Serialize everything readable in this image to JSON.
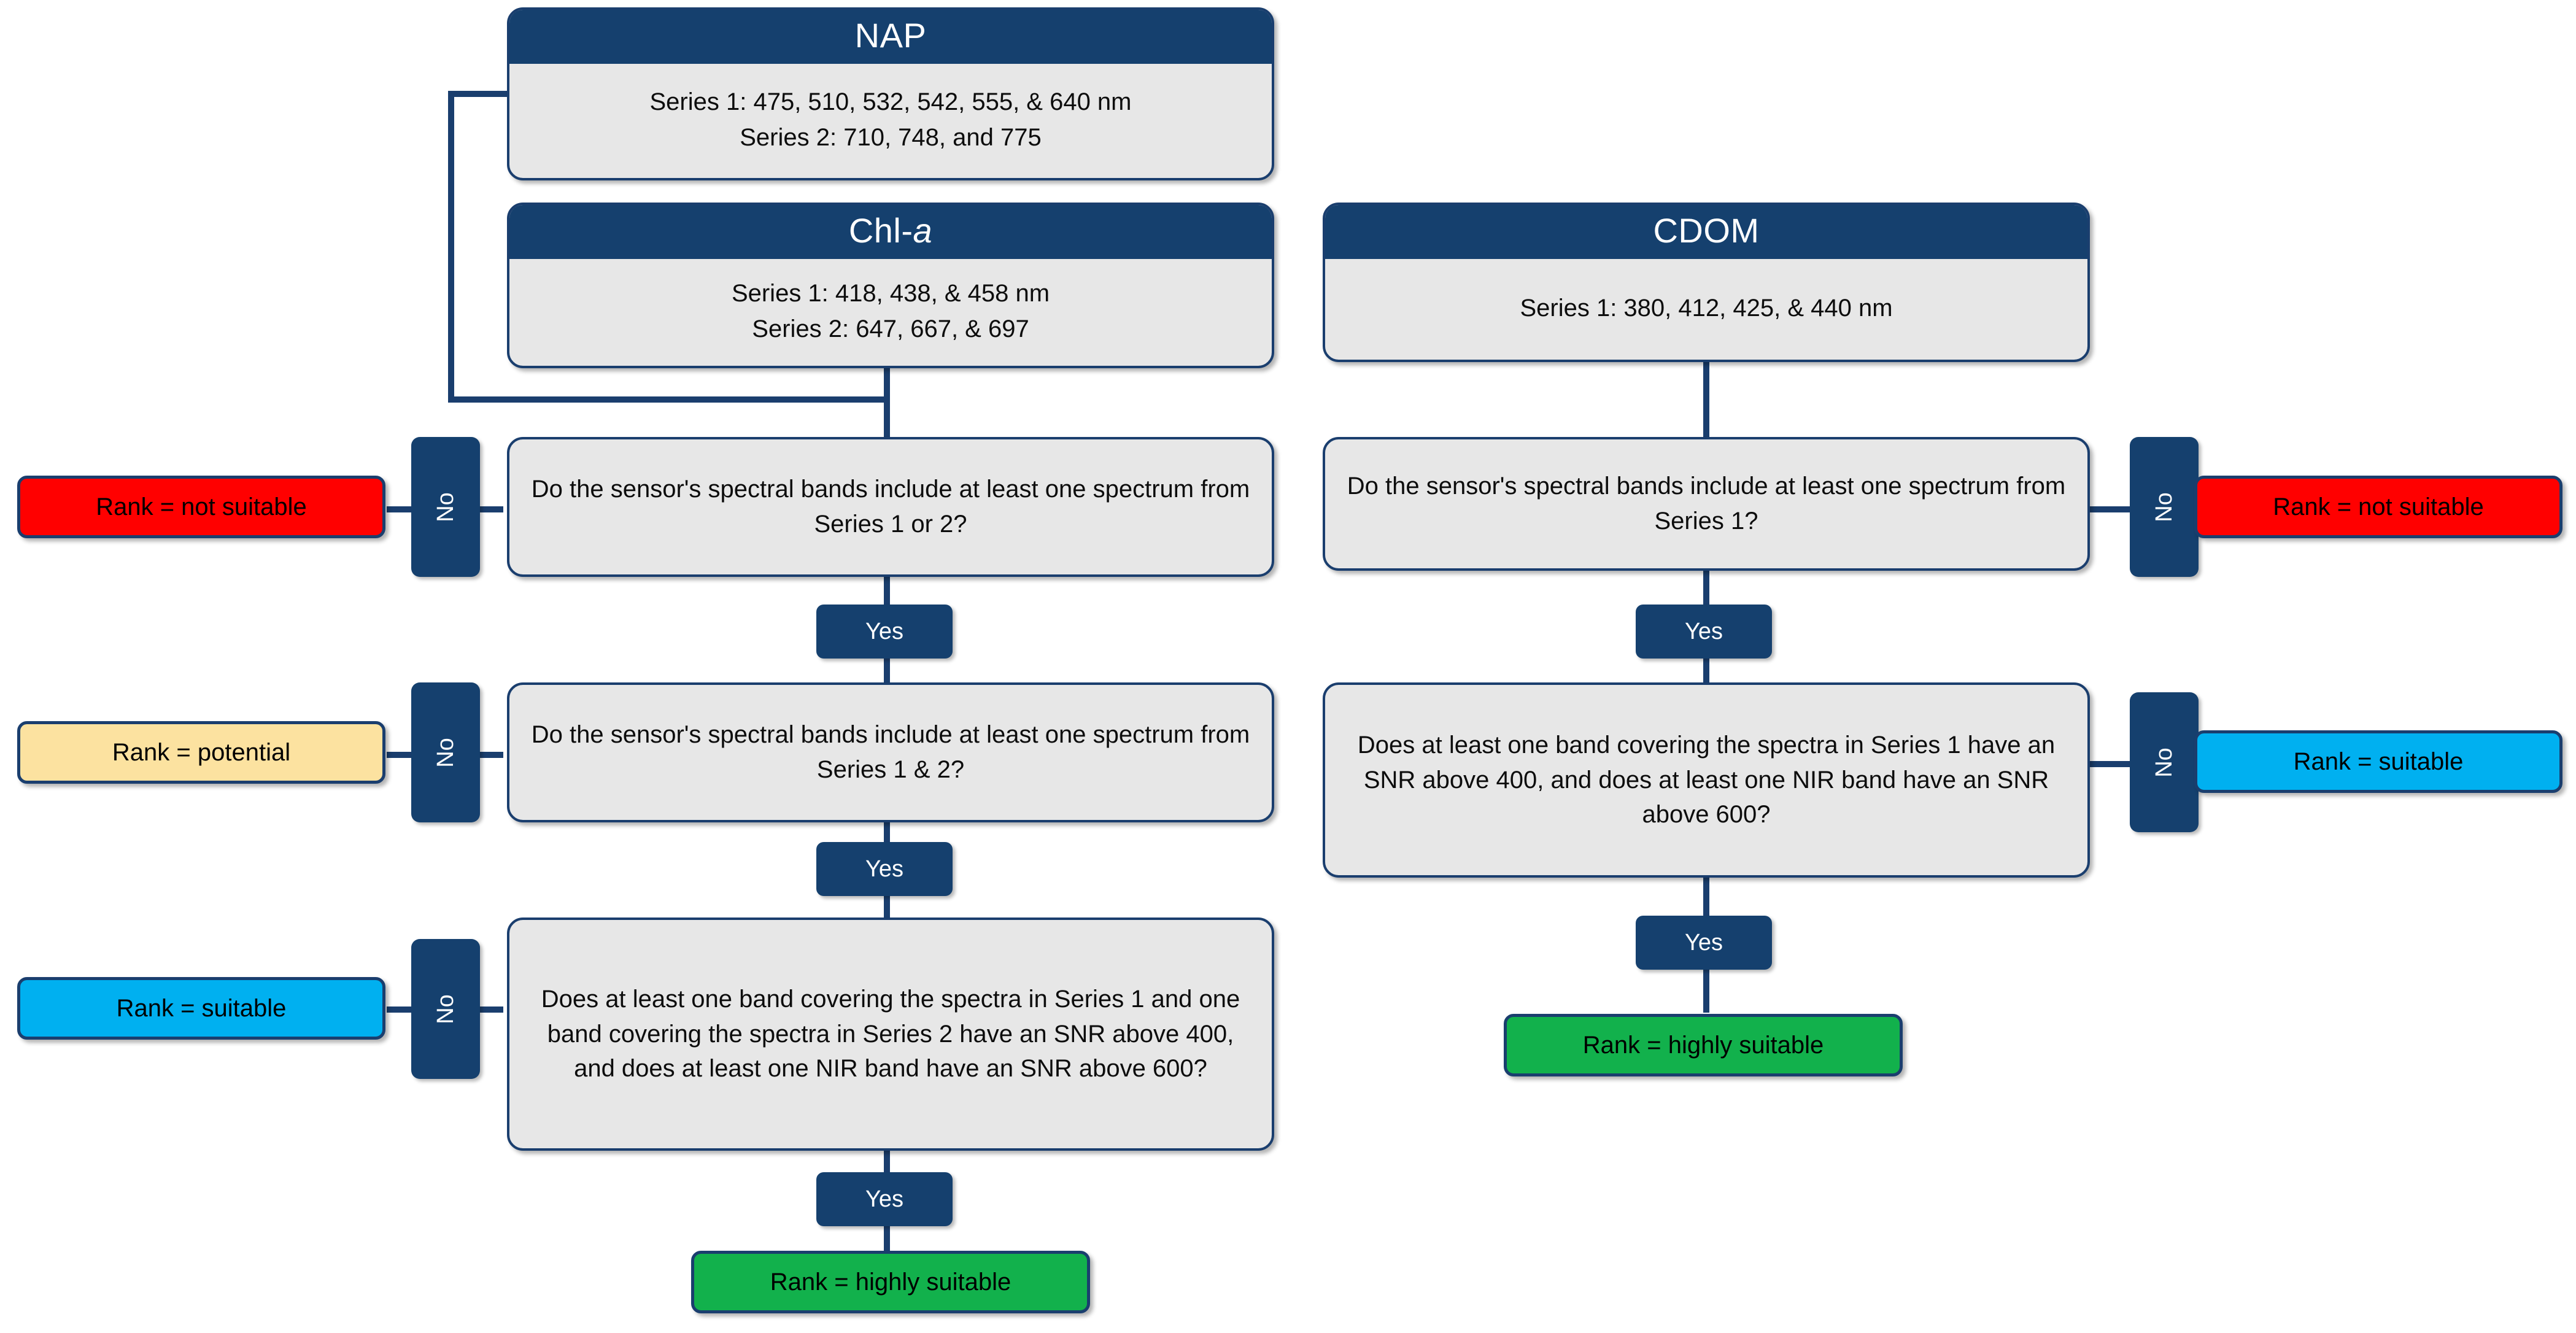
{
  "diagram": {
    "title": "Sensor suitability decision flowchart for NAP, Chl-a, and CDOM",
    "colors": {
      "navy": "#15406E",
      "border_navy": "#1A3E6E",
      "box_grey": "#E7E7E7",
      "not_suitable_red": "#FF0000",
      "potential_yellow": "#FCE2A0",
      "suitable_blue": "#00B0F0",
      "highly_suitable_green": "#12B14C"
    },
    "labels": {
      "yes": "Yes",
      "no": "No"
    }
  },
  "left_branch": {
    "parameters": [
      {
        "id": "nap",
        "title": "NAP",
        "title_italic_part": "",
        "lines": [
          "Series 1: 475, 510, 532, 542, 555, & 640 nm",
          "Series 2: 710, 748, and 775"
        ]
      },
      {
        "id": "chla",
        "title_prefix": "Chl-",
        "title_italic": "a",
        "title": "Chl-a",
        "lines": [
          "Series 1: 418, 438, & 458 nm",
          "Series 2: 647, 667, & 697"
        ]
      }
    ],
    "questions": [
      {
        "id": "q1",
        "text": "Do the sensor's spectral bands include at least one spectrum from Series 1 or 2?",
        "no_rank": "Rank = not suitable",
        "no_rank_color": "red",
        "yes_label": "Yes"
      },
      {
        "id": "q2",
        "text": "Do the sensor's spectral bands include at least one spectrum from Series 1 & 2?",
        "no_rank": "Rank = potential",
        "no_rank_color": "yellow",
        "yes_label": "Yes"
      },
      {
        "id": "q3",
        "text": "Does at least one band covering the spectra in Series 1 and one band covering the spectra in Series 2 have an SNR above 400, and does at least one NIR band have an SNR above 600?",
        "no_rank": "Rank = suitable",
        "no_rank_color": "blue",
        "yes_label": "Yes"
      }
    ],
    "final_rank": "Rank = highly suitable",
    "final_rank_color": "green"
  },
  "right_branch": {
    "parameters": [
      {
        "id": "cdom",
        "title": "CDOM",
        "lines": [
          "Series 1: 380, 412, 425, & 440 nm"
        ]
      }
    ],
    "questions": [
      {
        "id": "rq1",
        "text": "Do the sensor's spectral bands include at least one spectrum from Series 1?",
        "no_rank": "Rank = not suitable",
        "no_rank_color": "red",
        "yes_label": "Yes"
      },
      {
        "id": "rq2",
        "text": "Does at least one band covering the spectra in Series 1 have an SNR above 400, and does at least one NIR band have an SNR above 600?",
        "no_rank": "Rank = suitable",
        "no_rank_color": "blue",
        "yes_label": "Yes"
      }
    ],
    "final_rank": "Rank = highly suitable",
    "final_rank_color": "green"
  }
}
